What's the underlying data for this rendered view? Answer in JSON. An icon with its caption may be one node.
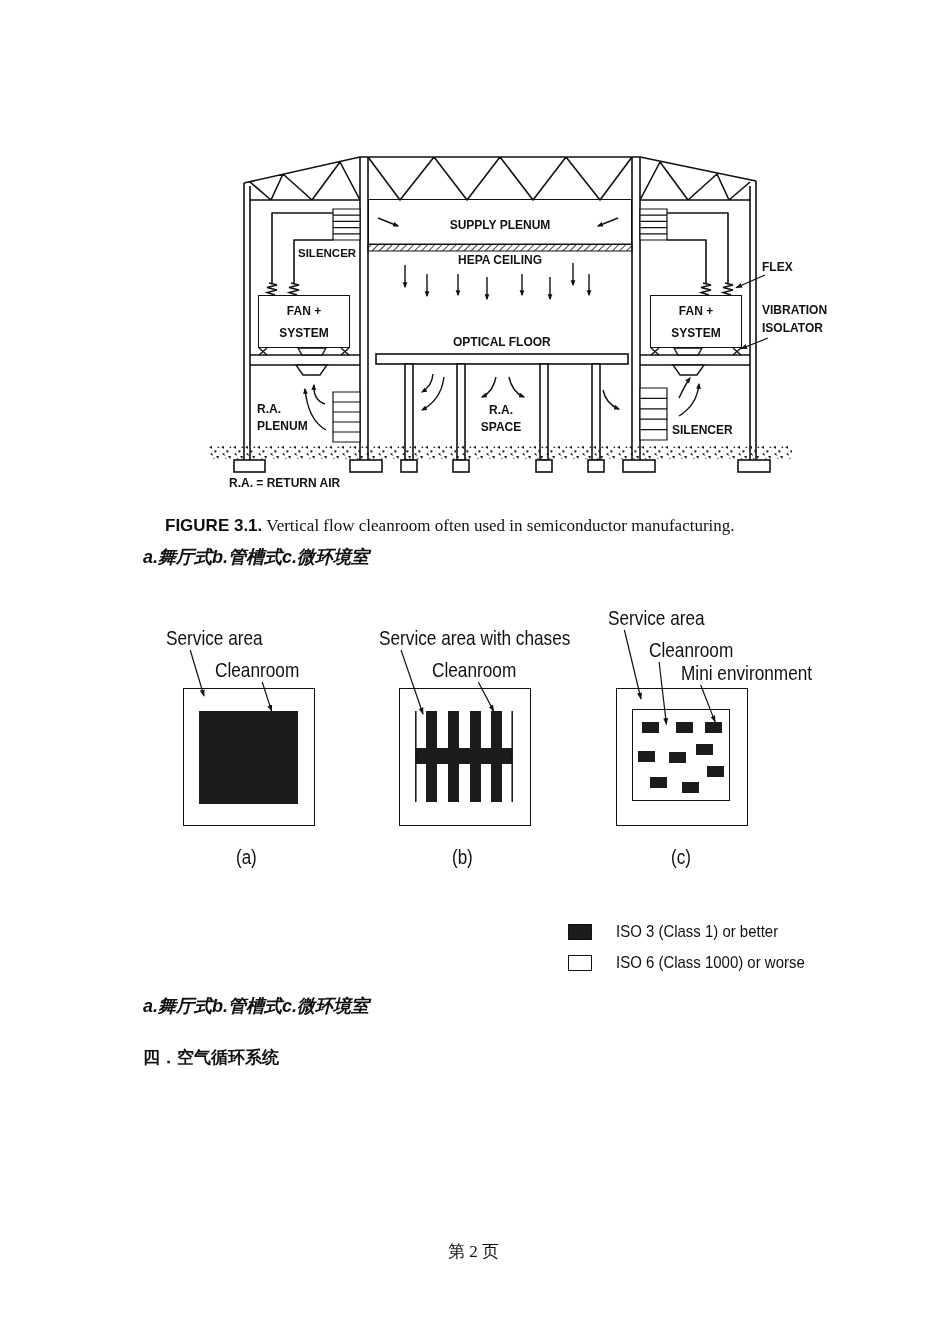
{
  "diagram": {
    "caption": "**FIGURE 3.1.** Vertical flow cleanroom often used in semiconductor manufacturing.",
    "nodes": [
      {
        "text": [
          "SUPPLY PLENUM"
        ]
      },
      {
        "text": [
          "FLEX"
        ]
      },
      {
        "text": [],
        "shape": "picture"
      },
      {
        "text": [
          "FAN + SYSTEM"
        ]
      },
      {
        "text": [
          "FAN + SYSTEM"
        ]
      },
      {
        "text": [
          "VIBRATION ISOLATOR"
        ]
      },
      {
        "text": [],
        "shape": "picture"
      },
      {
        "text": [
          "Service area"
        ]
      },
      {
        "text": [
          "Cleanroom"
        ]
      },
      {
        "text": [],
        "shape": "box"
      },
      {
        "text": [],
        "shape": "box",
        "in": 9
      },
      {
        "text": [
          "Service area with chases"
        ]
      },
      {
        "text": [
          "Cleanroom"
        ]
      },
      {
        "text": [],
        "shape": "box"
      },
      {
        "text": [],
        "shape": "picture",
        "in": 13
      },
      {
        "text": [
          "Service area"
        ]
      },
      {
        "text": [
          "Cleanroom"
        ]
      },
      {
        "text": [
          "Mini environment"
        ]
      },
      {
        "text": [],
        "shape": "box"
      },
      {
        "text": [],
        "shape": "box",
        "in": 18
      },
      {
        "text": [],
        "shape": "box",
        "in": 19
      },
      {
        "text": [],
        "shape": "box",
        "in": 19
      },
      {
        "text": [],
        "shape": "box",
        "in": 19
      },
      {
        "text": [],
        "shape": "box",
        "in": 19
      },
      {
        "text": [],
        "shape": "box",
        "in": 19
      },
      {
        "text": [],
        "shape": "box",
        "in": 19
      },
      {
        "text": [],
        "shape": "box",
        "in": 19
      },
      {
        "text": [],
        "shape": "box",
        "in": 19
      },
      {
        "text": [],
        "shape": "box",
        "in": 19
      }
    ],
    "edges": [
      {
        "from": 1,
        "to": 2,
        "arrow": "to"
      },
      {
        "from": 5,
        "to": 6,
        "arrow": "to"
      },
      {
        "from": 7,
        "to": 9,
        "arrow": "to"
      },
      {
        "from": 8,
        "to": 10,
        "arrow": "to"
      },
      {
        "from": 11,
        "to": 13,
        "arrow": "to"
      },
      {
        "from": 12,
        "to": 14,
        "arrow": "to"
      },
      {
        "from": 15,
        "to": 18,
        "arrow": "to"
      },
      {
        "from": 16,
        "to": 19,
        "arrow": "to"
      },
      {
        "from": 17,
        "to": 22,
        "arrow": "to"
      }
    ],
    "labels": [
      "SILENCER",
      "HEPA CEILING",
      "OPTICAL FLOOR",
      "R.A. PLENUM",
      "R.A. SPACE",
      "SILENCER",
      "R.A. = RETURN AIR",
      "a.舞厅式b.管槽式c.微环境室",
      "(a)",
      "(b)",
      "(c)",
      "a.舞厅式b.管槽式c.微环境室",
      "四．空气循环系统",
      "第 2 页"
    ],
    "legend": [
      {
        "text": "ISO 3 (Class 1) or better",
        "color": "#1c1c1c"
      },
      {
        "text": "ISO 6 (Class 1000) or worse",
        "color": "#ffffff"
      }
    ]
  }
}
